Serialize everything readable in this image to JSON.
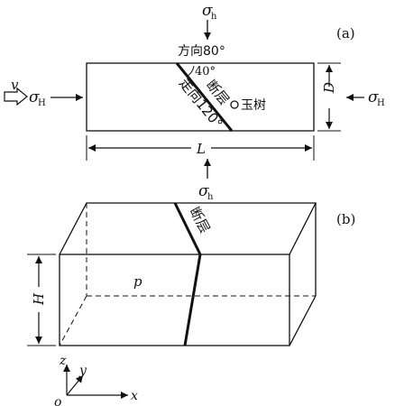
{
  "panel_labels": {
    "a": "(a)",
    "b": "(b)"
  },
  "stresses": {
    "sigma": "σ",
    "sub_h": "h",
    "sub_H": "H"
  },
  "annotations": {
    "direction": "方向80°",
    "angle": "40°",
    "fault_a": "断层",
    "strike": "走向120°",
    "yushu": "玉树",
    "velocity": "v",
    "width": "D",
    "length": "L",
    "fault_b": "断层",
    "pressure": "p",
    "height": "H"
  },
  "axes": {
    "x": "x",
    "y": "y",
    "z": "z",
    "origin": "o"
  },
  "colors": {
    "line": "#111111",
    "background": "#ffffff"
  }
}
